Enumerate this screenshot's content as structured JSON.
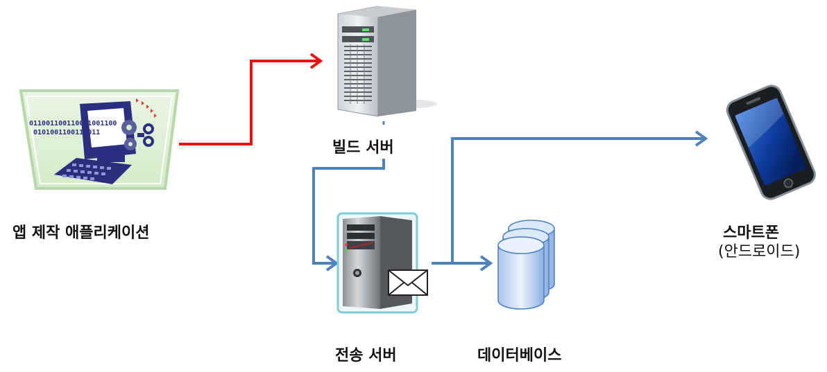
{
  "nodes": {
    "app": {
      "label": "앱 제작 애플리케이션",
      "code_line_1": "011001100110011001100",
      "code_line_2": "0101001100110011"
    },
    "build_server": {
      "label": "빌드 서버"
    },
    "transfer_server": {
      "label": "전송 서버"
    },
    "database": {
      "label": "데이터베이스"
    },
    "smartphone": {
      "label": "스마트폰",
      "sublabel": "(안드로이드)"
    }
  },
  "colors": {
    "red_arrow": "#ee1111",
    "blue_arrow": "#4f81bd"
  },
  "icons": [
    "computer-illustration-icon",
    "tower-server-icon",
    "mail-server-icon",
    "envelope-icon",
    "database-icon",
    "smartphone-icon"
  ]
}
